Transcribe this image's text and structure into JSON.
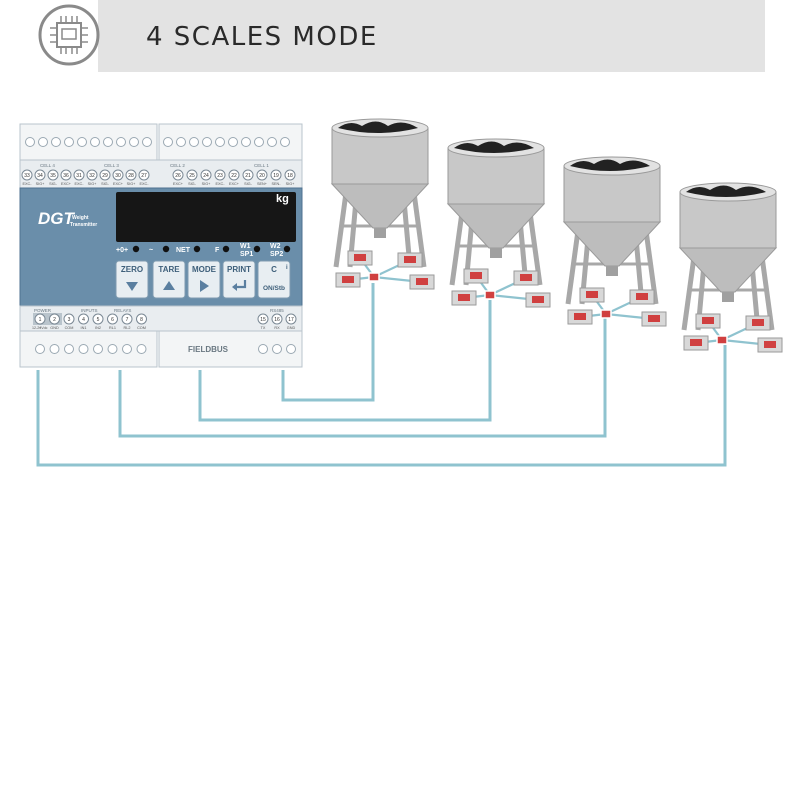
{
  "header": {
    "title": "4 SCALES MODE",
    "icon": "chip-icon"
  },
  "device": {
    "brand": "DGT",
    "subtitle_line1": "Weight",
    "subtitle_line2": "Transmitter",
    "unit": "kg",
    "indicators": [
      "+0+",
      "~",
      "NET",
      "F",
      "W1",
      "SP1",
      "W2",
      "SP2"
    ],
    "buttons": [
      {
        "label": "ZERO",
        "icon": "arrow-down-icon"
      },
      {
        "label": "TARE",
        "icon": "arrow-up-icon"
      },
      {
        "label": "MODE",
        "icon": "arrow-right-icon"
      },
      {
        "label": "PRINT",
        "icon": "enter-icon"
      },
      {
        "label": "C",
        "label2": "ON/Stb",
        "icon": "info-icon"
      }
    ],
    "top_groups": [
      "CELL 4",
      "CELL 3",
      "CELL 2",
      "CELL 1"
    ],
    "top_terminals_left": [
      "33",
      "34",
      "35",
      "36",
      "31",
      "32",
      "29",
      "30",
      "28",
      "27"
    ],
    "top_terminals_right": [
      "26",
      "25",
      "24",
      "23",
      "22",
      "21",
      "20",
      "19",
      "18"
    ],
    "top_signals_left": [
      "EXC-",
      "SIG+",
      "SIG-",
      "EXC+",
      "EXC-",
      "SIG+",
      "SIG-",
      "EXC+",
      "SIG+",
      "EXC-"
    ],
    "top_signals_right": [
      "EXC+",
      "SIG-",
      "SIG+",
      "EXC-",
      "EXC+",
      "SIG-",
      "SEN+",
      "SEN-",
      "SIG+"
    ],
    "bottom_power": "POWER",
    "bottom_power_sub": "12-24Vdc",
    "bottom_inputs": "INPUTS",
    "bottom_relays": "RELAYS",
    "bottom_terminals_left": [
      "1",
      "2",
      "3",
      "4",
      "5",
      "6",
      "7",
      "8"
    ],
    "bottom_signals_left": [
      "+",
      "GND",
      "COM",
      "IN1",
      "IN2",
      "RL1",
      "RL2",
      "COM"
    ],
    "bottom_rs485": "RS485",
    "bottom_terminals_right": [
      "15",
      "16",
      "17"
    ],
    "bottom_signals_right": [
      "TX",
      "RX",
      "GND"
    ],
    "fieldbus": "FIELDBUS"
  },
  "colors": {
    "panel": "#6a8eaa",
    "display": "#161616",
    "wire": "#8fc3cf",
    "loadcell": "#d04040",
    "silo": "#c8c8c8",
    "header_bg": "#e3e3e3"
  }
}
